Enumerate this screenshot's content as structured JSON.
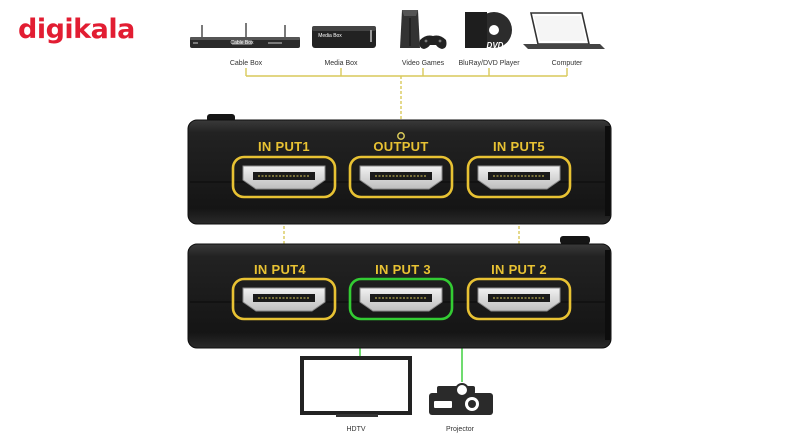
{
  "logo": {
    "prefix": "digi",
    "suffix": "kala"
  },
  "devices": [
    {
      "label": "Cable Box",
      "icon": "set-top-box-icon",
      "screen_text": "Cable Box"
    },
    {
      "label": "Media Box",
      "icon": "media-box-icon",
      "screen_text": "Media Box"
    },
    {
      "label": "Video Games",
      "icon": "game-console-icon"
    },
    {
      "label": "BluRay/DVD Player",
      "icon": "dvd-player-icon",
      "screen_text": "DVD"
    },
    {
      "label": "Computer",
      "icon": "laptop-icon"
    }
  ],
  "switch_top": {
    "ports": [
      {
        "label": "IN PUT1",
        "highlight": "yellow"
      },
      {
        "label": "OUTPUT",
        "highlight": "yellow"
      },
      {
        "label": "IN PUT5",
        "highlight": "yellow"
      }
    ]
  },
  "switch_bottom": {
    "ports": [
      {
        "label": "IN PUT4",
        "highlight": "yellow"
      },
      {
        "label": "IN PUT 3",
        "highlight": "green"
      },
      {
        "label": "IN PUT 2",
        "highlight": "yellow"
      }
    ]
  },
  "outputs": [
    {
      "label": "HDTV",
      "icon": "tv-icon"
    },
    {
      "label": "Projector",
      "icon": "projector-icon"
    }
  ],
  "colors": {
    "brand": "#e21d32",
    "input_line": "#d9c95a",
    "output_line": "#33cc33",
    "port_label": "#e8c233",
    "body": "#1c1c1c"
  }
}
